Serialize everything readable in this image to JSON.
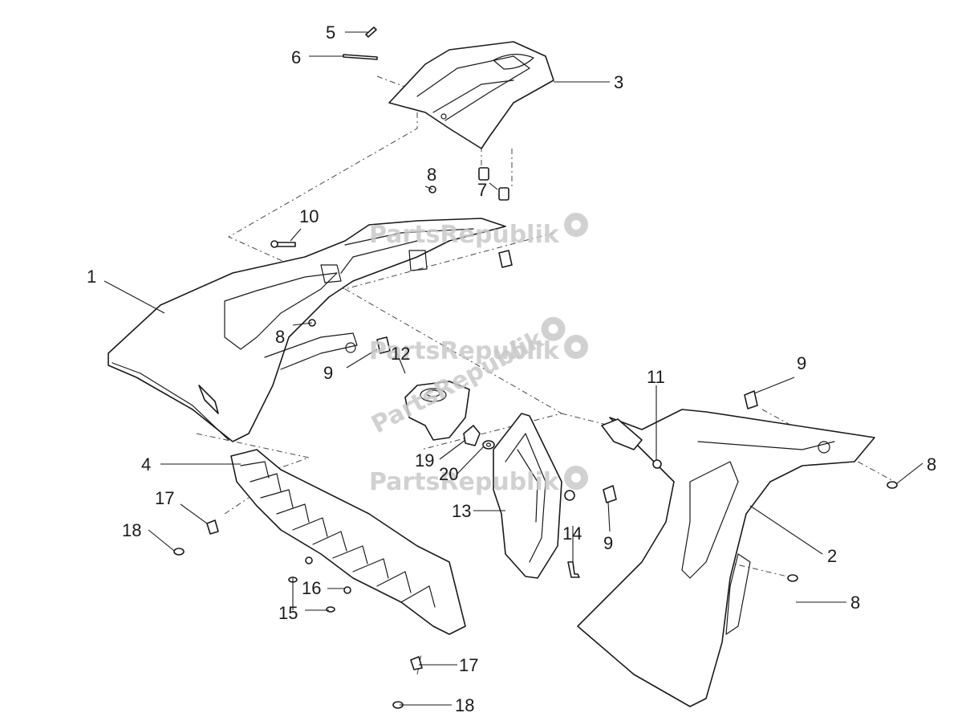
{
  "watermark": {
    "text": "PartsRepublik"
  },
  "callouts": [
    {
      "id": "c5a",
      "label": "5"
    },
    {
      "id": "c6a",
      "label": "6"
    },
    {
      "id": "c3a",
      "label": "3"
    },
    {
      "id": "c8a",
      "label": "8"
    },
    {
      "id": "c7a",
      "label": "7"
    },
    {
      "id": "c10a",
      "label": "10"
    },
    {
      "id": "c1a",
      "label": "1"
    },
    {
      "id": "c8b",
      "label": "8"
    },
    {
      "id": "c12a",
      "label": "12"
    },
    {
      "id": "c9a",
      "label": "9"
    },
    {
      "id": "c11a",
      "label": "11"
    },
    {
      "id": "c9b",
      "label": "9"
    },
    {
      "id": "c8c",
      "label": "8"
    },
    {
      "id": "c4a",
      "label": "4"
    },
    {
      "id": "c19a",
      "label": "19"
    },
    {
      "id": "c20a",
      "label": "20"
    },
    {
      "id": "c17a",
      "label": "17"
    },
    {
      "id": "c18a",
      "label": "18"
    },
    {
      "id": "c13a",
      "label": "13"
    },
    {
      "id": "c14a",
      "label": "14"
    },
    {
      "id": "c9c",
      "label": "9"
    },
    {
      "id": "c2a",
      "label": "2"
    },
    {
      "id": "c16a",
      "label": "16"
    },
    {
      "id": "c15a",
      "label": "15"
    },
    {
      "id": "c8d",
      "label": "8"
    },
    {
      "id": "c17b",
      "label": "17"
    },
    {
      "id": "c18b",
      "label": "18"
    }
  ]
}
